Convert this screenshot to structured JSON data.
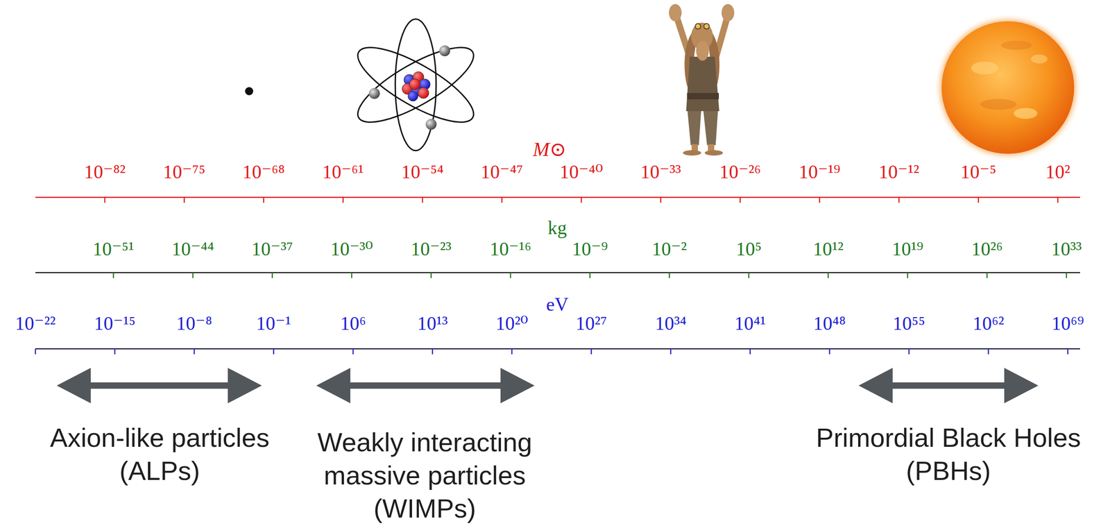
{
  "diagram": {
    "labels": [
      "M⊙",
      "10⁻⁸²",
      "10⁻⁷⁵",
      "10⁻⁶⁸",
      "10⁻⁶¹",
      "10⁻⁵⁴",
      "10⁻⁴⁷",
      "10⁻⁴⁰",
      "10⁻³³",
      "10⁻²⁶",
      "10⁻¹⁹",
      "10⁻¹²",
      "10⁻⁵",
      "10²",
      "kg",
      "10⁻⁵¹",
      "10⁻⁴⁴",
      "10⁻³⁷",
      "10⁻³⁰",
      "10⁻²³",
      "10⁻¹⁶",
      "10⁻⁹",
      "10⁻²",
      "10⁵",
      "10¹²",
      "10¹⁹",
      "10²⁶",
      "10³³",
      "eV",
      "10⁻²²",
      "10⁻¹⁵",
      "10⁻⁸",
      "10⁻¹",
      "10⁶",
      "10¹³",
      "10²⁰",
      "10²⁷",
      "10³⁴",
      "10⁴¹",
      "10⁴⁸",
      "10⁵⁵",
      "10⁶²",
      "10⁶⁹",
      "Axion-like particles (ALPs)",
      "Weakly interacting massive particles (WIMPs)",
      "Primordial Black Holes (PBHs)"
    ]
  }
}
